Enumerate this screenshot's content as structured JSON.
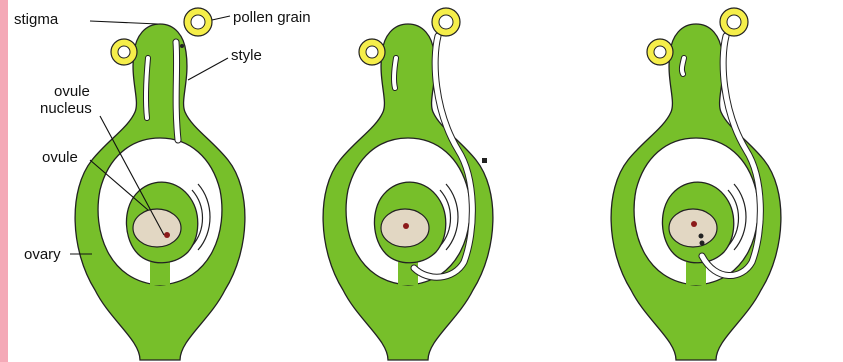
{
  "labels": {
    "stigma": "stigma",
    "pollen_grain": "pollen grain",
    "style": "style",
    "ovule_nucleus_line1": "ovule",
    "ovule_nucleus_line2": "nucleus",
    "ovule": "ovule",
    "ovary": "ovary"
  },
  "colors": {
    "side_bar": "#f4a9b7",
    "carpel_fill": "#77bf2a",
    "outline": "#222222",
    "ovule_fill": "#e2d7c3",
    "pollen_fill": "#f5ee4a",
    "nucleus": "#8b1a1a",
    "tube": "#ffffff"
  }
}
